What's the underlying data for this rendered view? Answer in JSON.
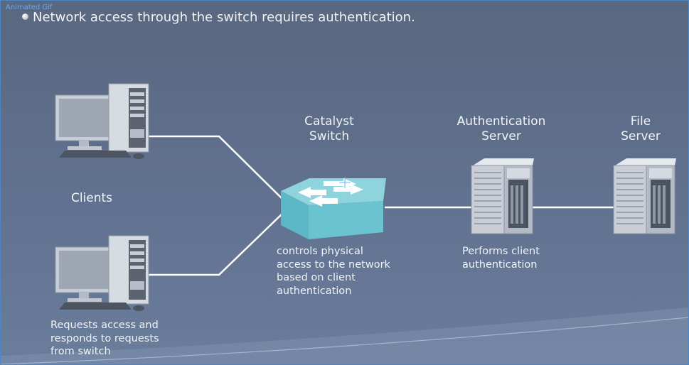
{
  "tag": "Animated Gif",
  "bullet": "Network access through the switch requires authentication.",
  "labels": {
    "clients": "Clients",
    "switch_line1": "Catalyst",
    "switch_line2": "Switch",
    "auth_line1": "Authentication",
    "auth_line2": "Server",
    "file_line1": "File",
    "file_line2": "Server"
  },
  "notes": {
    "switch": [
      "controls physical",
      "access to the network",
      "based on client",
      "authentication"
    ],
    "auth": [
      "Performs client",
      "authentication"
    ],
    "clients": [
      "Requests access and",
      "responds to requests",
      "from switch"
    ]
  },
  "colors": {
    "background": "#5f6f8c",
    "switch_top": "#8fd3dc",
    "switch_side": "#5cb7c6",
    "wire": "#ffffff"
  }
}
